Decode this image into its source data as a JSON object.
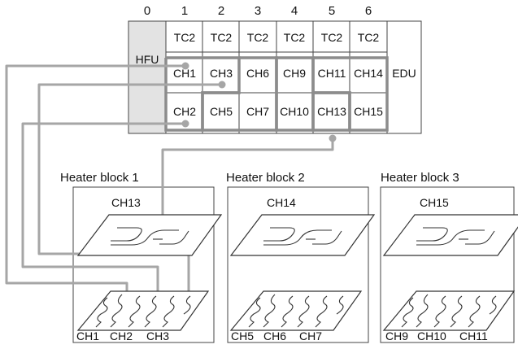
{
  "columns": [
    "0",
    "1",
    "2",
    "3",
    "4",
    "5",
    "6"
  ],
  "chassis": {
    "left_label": "HFU",
    "right_label": "EDU",
    "row_tc": [
      "TC2",
      "TC2",
      "TC2",
      "TC2",
      "TC2",
      "TC2"
    ],
    "row_a": [
      "CH1",
      "CH3",
      "CH6",
      "CH9",
      "CH11",
      "CH14"
    ],
    "row_b": [
      "CH2",
      "CH5",
      "CH7",
      "CH10",
      "CH13",
      "CH15"
    ]
  },
  "blocks": [
    {
      "title": "Heater block 1",
      "top_label": "CH13",
      "bottom_labels": [
        "CH1",
        "CH2",
        "CH3"
      ]
    },
    {
      "title": "Heater block 2",
      "top_label": "CH14",
      "bottom_labels": [
        "CH5",
        "CH6",
        "CH7"
      ]
    },
    {
      "title": "Heater block 3",
      "top_label": "CH15",
      "bottom_labels": [
        "CH9",
        "CH10",
        "CH11"
      ]
    }
  ],
  "colors": {
    "wire": "#a6a6a6",
    "group_border": "#8c8c8c",
    "hfu_fill": "#e3e3e3"
  }
}
